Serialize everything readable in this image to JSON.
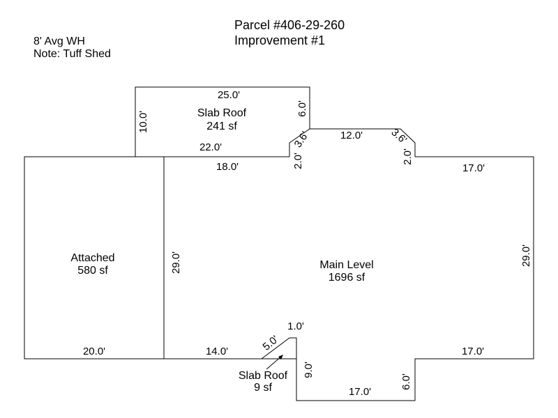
{
  "header": {
    "parcel": "Parcel #406-29-260",
    "improvement": "Improvement #1"
  },
  "notes": {
    "wall_height": "8' Avg WH",
    "note": "Note: Tuff Shed"
  },
  "areas": {
    "slab_roof_top": {
      "name": "Slab Roof",
      "size": "241 sf"
    },
    "attached": {
      "name": "Attached",
      "size": "580 sf"
    },
    "main_level": {
      "name": "Main Level",
      "size": "1696 sf"
    },
    "slab_roof_small": {
      "name": "Slab Roof",
      "size": "9 sf"
    }
  },
  "dimensions": {
    "slab_top": "25.0'",
    "slab_left": "10.0'",
    "slab_right": "6.0'",
    "slab_bottom": "22.0'",
    "angle_left": "3.6'",
    "bay_top": "12.0'",
    "angle_right": "3.6'",
    "bay_left_drop": "2.0'",
    "bay_right_drop": "2.0'",
    "main_top_left": "18.0'",
    "main_top_right": "17.0'",
    "main_left": "29.0'",
    "main_right": "29.0'",
    "attached_bottom": "20.0'",
    "main_bottom_left": "14.0'",
    "main_bottom_right": "17.0'",
    "notch_top": "1.0'",
    "notch_angle": "5.0'",
    "notch_left": "9.0'",
    "notch_right": "6.0'",
    "notch_bottom": "17.0'"
  }
}
